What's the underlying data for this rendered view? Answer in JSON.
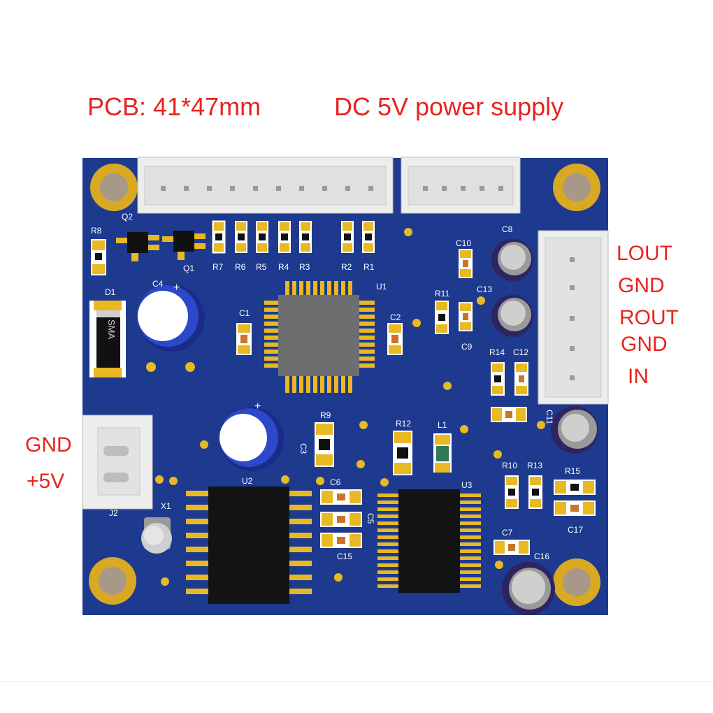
{
  "captions": {
    "size": "PCB: 41*47mm",
    "power": "DC 5V power supply"
  },
  "output_pins": [
    "LOUT",
    "GND",
    "ROUT",
    "GND",
    "IN"
  ],
  "power_pins": [
    "GND",
    "+5V"
  ],
  "silkscreen": {
    "q2": "Q2",
    "q1": "Q1",
    "r8": "R8",
    "d1": "D1",
    "c4": "C4",
    "sma": "SMA",
    "r7": "R7",
    "r6": "R6",
    "r5": "R5",
    "r4": "R4",
    "r3": "R3",
    "r2": "R2",
    "r1": "R1",
    "u1": "U1",
    "c1": "C1",
    "c2": "C2",
    "c8": "C8",
    "c10": "C10",
    "r11": "R11",
    "c13": "C13",
    "c9": "C9",
    "r14": "R14",
    "c12": "C12",
    "c11": "C11",
    "r9": "R9",
    "c3": "C3",
    "u2": "U2",
    "r12": "R12",
    "l1": "L1",
    "u3": "U3",
    "c6": "C6",
    "c5": "C5",
    "c15": "C15",
    "r10": "R10",
    "r13": "R13",
    "r15": "R15",
    "c17": "C17",
    "c7": "C7",
    "c16": "C16",
    "x1": "X1",
    "j2": "J2",
    "plus": "+"
  },
  "colors": {
    "board": "#1d3a8f",
    "gold": "#e8b923",
    "label_red": "#e8231f",
    "silk": "#ffffff"
  }
}
